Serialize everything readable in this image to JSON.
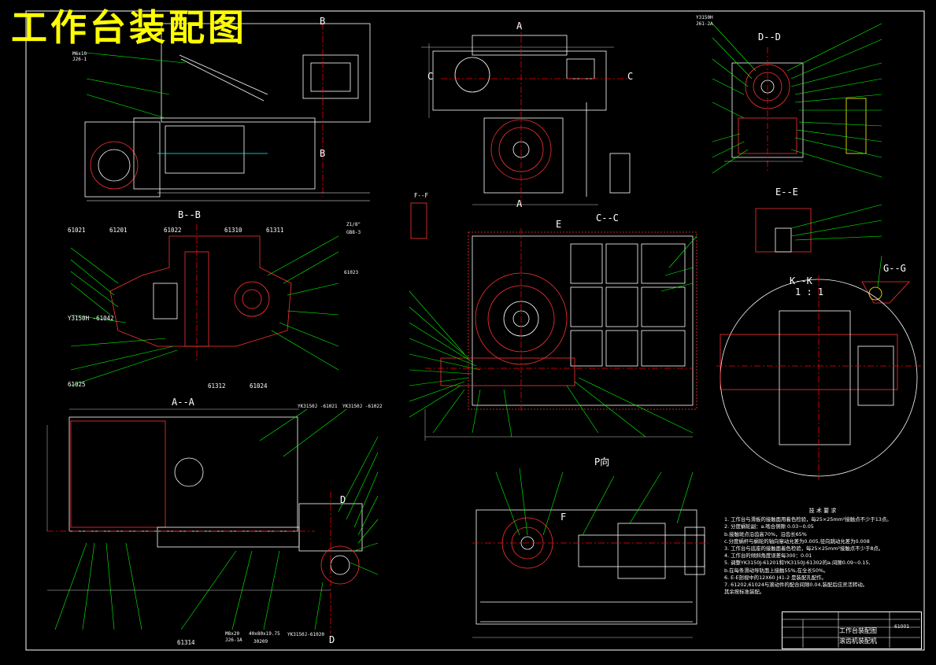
{
  "title": "工作台装配图",
  "views": {
    "a_a": "A",
    "b_b_label": "B--B",
    "c_c_label": "C--C",
    "d_d_label": "D--D",
    "e_e_label": "E--E",
    "f_f_label": "F--F",
    "g_g_label": "G--G",
    "k_k_label": "K--K",
    "k_k_scale": "1 : 1",
    "aa_label": "A--A",
    "p_label": "P向",
    "letter_b": "B",
    "letter_c": "C",
    "letter_e": "E",
    "letter_f": "F",
    "letter_d": "D"
  },
  "callouts_bb": [
    "61021",
    "61201",
    "61022",
    "61310",
    "61311",
    "Y3150H -61042",
    "61025",
    "61312",
    "61024",
    "61023"
  ],
  "callouts_aa": [
    "YK3150J -61021",
    "YK3150J -61022",
    "61314",
    "30209",
    "YK3150J-61020"
  ],
  "callouts_misc": [
    "Z1/8\"",
    "GB8-3",
    "M6x10",
    "J26-1",
    "Y3150H",
    "J61-2A",
    "M8x20",
    "J26-1A",
    "40x80x19.75"
  ],
  "notes": {
    "heading": "技 术 要 求",
    "lines": [
      "1. 工作台与滑板的接触面用着色检验，每25×25mm²接触点不少于13点。",
      "2. 分度蜗轮副：a.啮合侧隙 0.03~0.05",
      "   b.接触斑点沿齿高70%，沿齿长65%",
      "   c.分度蜗杆与蜗轮的轴向窜动允差为0.005,径向跳动允差为0.008",
      "3. 工作台与底座的接触面着色检验，每25×25mm²接触点不少于8点。",
      "4. 工作台的倾斜角度误差每300：0.01",
      "5. 调整YK3150J-61201和YK3150J-61302的a.间隙0.09~0.15,",
      "   b.在每条滑动导轨面上接触55%,在全长50%。",
      "6. E-E剖视中的12X60 J41-2 是装配孔配作。",
      "7. 61202,61024与滚动件的配合间隙0.04,装配后应灵活转动。",
      "   其余按标准装配。"
    ]
  },
  "title_block": {
    "name": "工作台装配图",
    "subtitle": "滚齿机装配机",
    "code": "61001"
  },
  "colors": {
    "background": "#000000",
    "outline": "#ffffff",
    "leader": "#00ff00",
    "section": "#ff0000",
    "centerline": "#ff0000",
    "title": "#ffff00",
    "dimension": "#00ffff",
    "hatch": "#ff6666"
  }
}
